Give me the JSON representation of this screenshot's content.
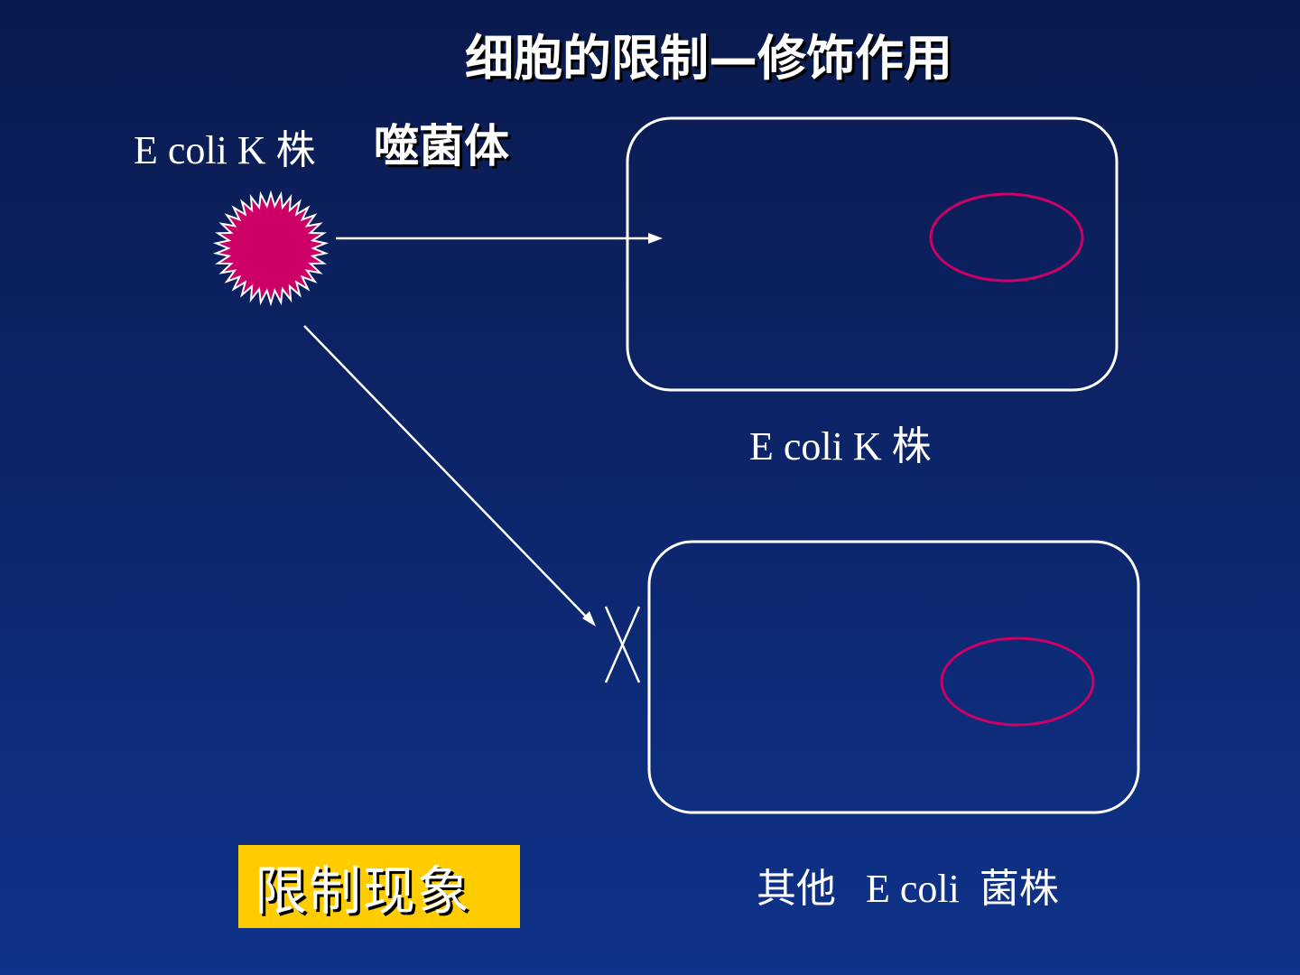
{
  "title": "细胞的限制—修饰作用",
  "source_strain_label": "E coli K 株",
  "phage_label": "噬菌体",
  "cell_k_label": "E coli K 株",
  "cell_other_label": "其他   E coli  菌株",
  "phenomenon_label": "限制现象",
  "colors": {
    "phage_fill": "#cc0066",
    "plasmid_stroke": "#cc0066",
    "badge_fill": "#ffcc00",
    "line": "#ffffff"
  },
  "icons": [
    "phage-starburst-icon",
    "blocked-cross-icon",
    "arrow-icon"
  ]
}
